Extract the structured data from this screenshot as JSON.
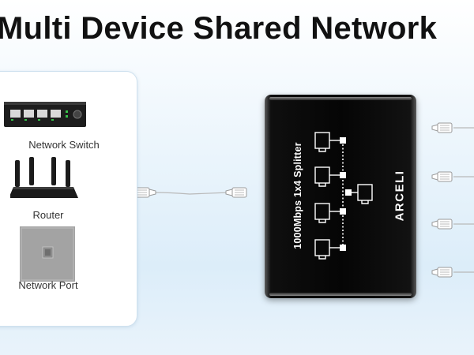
{
  "title": "Multi Device Shared Network",
  "devices": [
    {
      "label": "Network Switch",
      "icon": "network-switch-icon"
    },
    {
      "label": "Router",
      "icon": "router-icon"
    },
    {
      "label": "Network Port",
      "icon": "network-port-icon"
    }
  ],
  "splitter": {
    "model_text": "1000Mbps 1x4 Splitter",
    "brand_text": "ARCELI",
    "body_color": "#0a0a0a"
  },
  "colors": {
    "accent_green": "#37c24a",
    "cable_gray": "#b9b9b9"
  }
}
